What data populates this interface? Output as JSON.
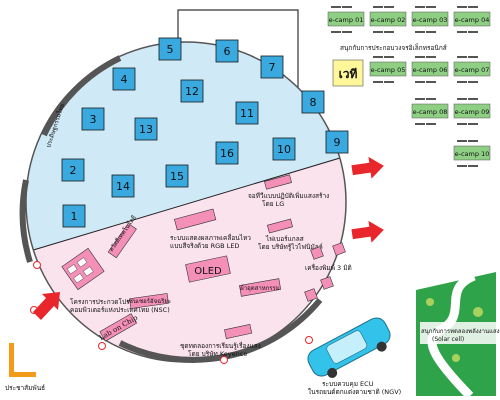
{
  "zone_label": "ประดิษฐกรรมไทย",
  "booths": [
    "1",
    "2",
    "3",
    "4",
    "5",
    "6",
    "7",
    "8",
    "9",
    "10",
    "11",
    "12",
    "13",
    "14",
    "15",
    "16"
  ],
  "ecamp": {
    "labels": [
      "e-camp 01",
      "e-camp 02",
      "e-camp 03",
      "e-camp 04",
      "e-camp 05",
      "e-camp 06",
      "e-camp 07",
      "e-camp 08",
      "e-camp 09",
      "e-camp 10"
    ],
    "title": "สนุกกับการประกอบวงจรอิเล็กทรอนิกส์",
    "stage": "เวที"
  },
  "exhibits": {
    "lcd": "จอทีวีแบบปฏิบัติเพิ่มแสงสร้าง",
    "lcd_by": "โดย LG",
    "led": "ระบบแสดงผลภาพเคลื่อนไหว",
    "led2": "แบบสีจริงด้วย RGB LED",
    "nano_a": "ไฟเบอร์แกลส",
    "nano_a_by": "โดย บริษัทรู้ไวไฟนิมัลล์",
    "dialog": "สวัสดีเทคโนโลยี",
    "oled": "OLED",
    "hightech": "ผ้าอุตสาหกรรม",
    "printer": "เครื่องพิมพ์ 3 มิติ",
    "nsc": "โครงการประกวดโปรแกรม",
    "nsc2": "คอมพิวเตอร์แห่งประเทศไทย (NSC)",
    "sensor": "เซนเซอร์อัจฉริยะ",
    "lab_chip": "Lab on Chip",
    "keyence1": "ชุดทดลองการเรียนรู้เรื่องแสง",
    "keyence2": "โดย บริษัท Keyence",
    "ecu1": "ระบบควบคุม ECU",
    "ecu2": "ในรถยนต์ตกแต่งตามชาติ (NGV)",
    "solar1": "สนุกกับการทดลองพลังงานแสงอาทิตย์",
    "solar2": "(Solar cell)"
  },
  "legend": {
    "label": "ประชาสัมพันธ์"
  },
  "colors": {
    "booth": "#3aa9e0",
    "pink": "#f48fb8",
    "upper": "#cfe9f7",
    "lower": "#fbe3ee",
    "ecamp": "#8ecf84",
    "stage": "#fff79a",
    "arrow": "#e8262c",
    "legend": "#f39a1a",
    "grass": "#2fa34a"
  }
}
